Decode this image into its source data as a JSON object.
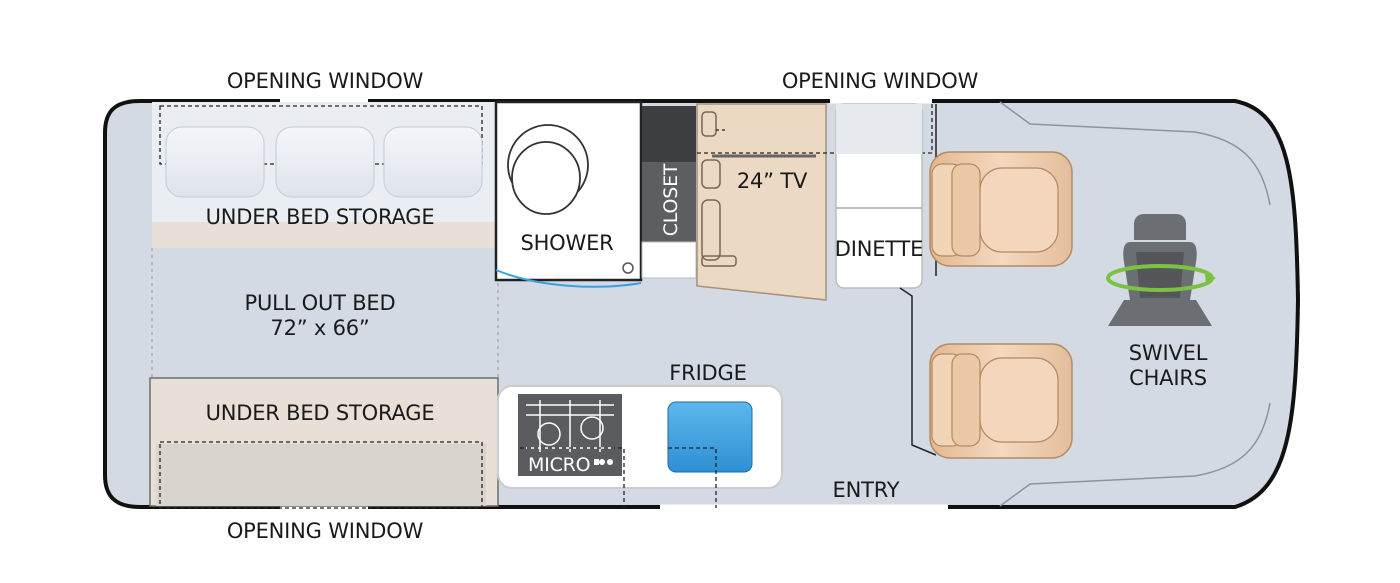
{
  "floorplan": {
    "labels": {
      "window_top_left": "OPENING WINDOW",
      "window_top_right": "OPENING WINDOW",
      "window_bottom_left": "OPENING WINDOW",
      "under_bed_storage_top": "UNDER BED STORAGE",
      "under_bed_storage_bottom": "UNDER BED STORAGE",
      "pull_out_bed_line1": "PULL OUT BED",
      "pull_out_bed_line2": "72” x 66”",
      "shower": "SHOWER",
      "closet": "CLOSET",
      "tv": "24” TV",
      "dinette": "DINETTE",
      "fridge": "FRIDGE",
      "micro": "MICRO",
      "entry": "ENTRY",
      "swivel_line1": "SWIVEL",
      "swivel_line2": "CHAIRS"
    },
    "colors": {
      "floor": "#d3dae3",
      "wall": "#111111",
      "bed": "#eaeef3",
      "storage": "#e8e0d6",
      "wood": "#ecd9c4",
      "seat": "#efcfb2",
      "water": "#3aa0e0",
      "swivel_ring": "#7cc242",
      "swivel_seat": "#6b6e72"
    }
  }
}
